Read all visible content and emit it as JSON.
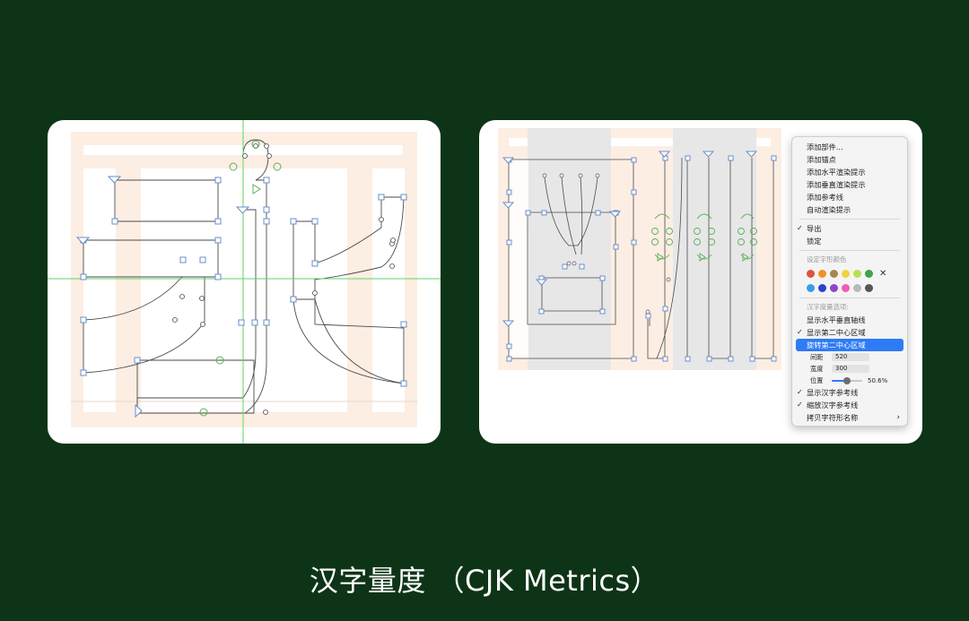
{
  "caption": "汉字量度 （CJK Metrics）",
  "colors": {
    "background": "#0e3417",
    "peach_zone": "#fdeee3",
    "grey_zone": "#e7e7e7",
    "outline": "#4a4a4a",
    "node_blue": "#6a8fc9",
    "node_green": "#5cae5c",
    "guide_green": "#5ed65e",
    "highlight": "#2f7bf6"
  },
  "context_menu": {
    "items_top": [
      "添加部件...",
      "添加锚点",
      "添加水平渲染提示",
      "添加垂直渲染提示",
      "添加参考线",
      "自动渲染提示"
    ],
    "export_label": "导出",
    "lock_label": "锁定",
    "color_section_label": "设定字形颜色",
    "swatch_colors": [
      "#e0523f",
      "#f0922a",
      "#a7864f",
      "#f2d33a",
      "#b5e051",
      "#3fa348",
      "#3d9be8",
      "#2b43c8",
      "#8e45c8",
      "#ee5fb3",
      "#b9b9b9",
      "#555555"
    ],
    "cjk_section_label": "汉字度量选项:",
    "show_axes_label": "显示水平垂直轴线",
    "show_second_center_label": "显示第二中心区域",
    "rotate_second_center_label": "旋转第二中心区域",
    "spacing_label": "间距",
    "spacing_value": "520",
    "width_label": "宽度",
    "width_value": "300",
    "position_label": "位置",
    "position_percent": 50.6,
    "position_value_text": "50.6%",
    "show_cjk_guides_label": "显示汉字参考线",
    "scale_cjk_guides_label": "缩放汉字参考线",
    "copy_glyph_name_label": "拷贝字符形名称"
  }
}
